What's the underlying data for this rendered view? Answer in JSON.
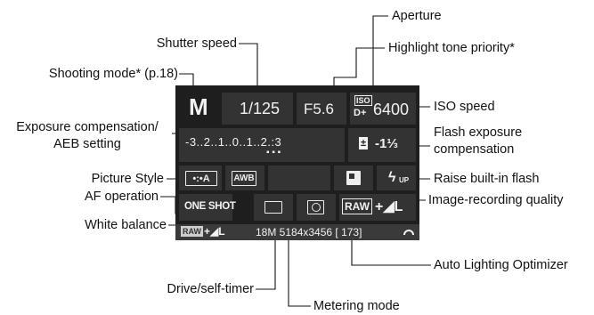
{
  "labels": {
    "aperture": "Aperture",
    "shutter_speed": "Shutter speed",
    "highlight_tone": "Highlight tone priority*",
    "shooting_mode": "Shooting mode* (p.18)",
    "iso_speed": "ISO speed",
    "exposure_comp_line1": "Exposure compensation/",
    "exposure_comp_line2": "AEB setting",
    "flash_comp_line1": "Flash exposure",
    "flash_comp_line2": "compensation",
    "picture_style": "Picture Style",
    "raise_flash": "Raise built-in flash",
    "af_operation": "AF operation",
    "image_quality": "Image-recording quality",
    "white_balance": "White balance",
    "auto_lighting": "Auto Lighting Optimizer",
    "drive": "Drive/self-timer",
    "metering": "Metering mode"
  },
  "screen": {
    "mode": "M",
    "shutter": "1/125",
    "aperture": "F5.6",
    "iso_top": "ISO",
    "iso_bottom": "D+",
    "iso_value": "6400",
    "scale": "-3..2..1..0..1..2.:3",
    "flash_comp_icon": "±",
    "flash_comp": "-1⅓",
    "picture_style": "•:•A",
    "wb": "AWB",
    "raise_flash": "ϟ",
    "raise_flash_sub": "UP",
    "af": "ONE SHOT",
    "quality_raw": "RAW",
    "quality_plus": "+◢L",
    "status_raw": "RAW",
    "status_quality": "+◢L",
    "status_info": "18M 5184x3456 [  173]"
  },
  "colors": {
    "panel": "#1e1e1e",
    "cell": "#333333",
    "text": "#f2f2f2"
  }
}
